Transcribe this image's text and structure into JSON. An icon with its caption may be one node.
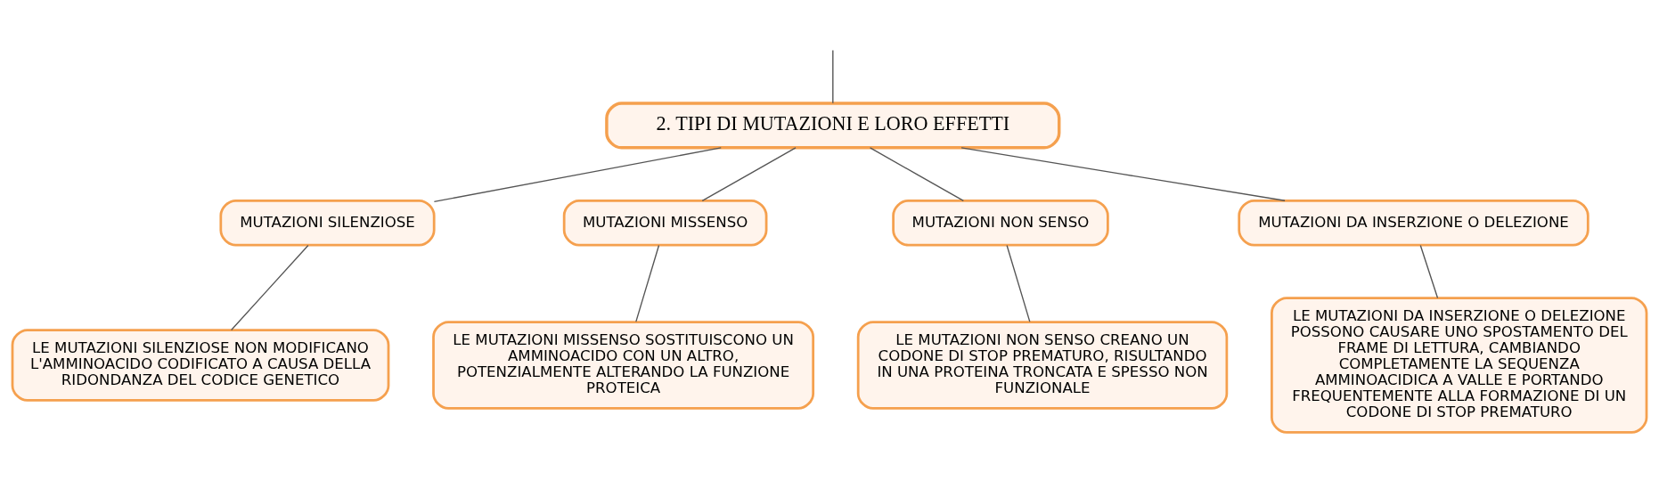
{
  "diagram": {
    "nodes": [
      {
        "text": [
          "2. TIPI DI MUTAZIONI E LORO EFFETTI"
        ]
      },
      {
        "text": [
          "MUTAZIONI SILENZIOSE"
        ]
      },
      {
        "text": [
          "MUTAZIONI MISSENSO"
        ]
      },
      {
        "text": [
          "MUTAZIONI NON SENSO"
        ]
      },
      {
        "text": [
          "MUTAZIONI DA INSERZIONE O DELEZIONE"
        ]
      },
      {
        "text": [
          "LE MUTAZIONI SILENZIOSE NON MODIFICANO L'AMMINOACIDO CODIFICATO A CAUSA DELLA RIDONDANZA DEL CODICE GENETICO"
        ]
      },
      {
        "text": [
          "LE MUTAZIONI MISSENSO SOSTITUISCONO UN AMMINOACIDO CON UN ALTRO, POTENZIALMENTE ALTERANDO LA FUNZIONE PROTEICA"
        ]
      },
      {
        "text": [
          "LE MUTAZIONI NON SENSO CREANO UN CODONE DI STOP PREMATURO, RISULTANDO IN UNA PROTEINA TRONCATA E SPESSO NON FUNZIONALE"
        ]
      },
      {
        "text": [
          "LE MUTAZIONI DA INSERZIONE O DELEZIONE POSSONO CAUSARE UNO SPOSTAMENTO DEL FRAME DI LETTURA, CAMBIANDO COMPLETAMENTE LA SEQUENZA AMMINOACIDICA A VALLE E PORTANDO FREQUENTEMENTE ALLA FORMAZIONE DI UN CODONE DI STOP PREMATURO"
        ]
      }
    ],
    "edges": [
      {
        "from": null,
        "to": 0,
        "arrow": "none"
      },
      {
        "from": 0,
        "to": 1,
        "arrow": "none"
      },
      {
        "from": 0,
        "to": 2,
        "arrow": "none"
      },
      {
        "from": 0,
        "to": 3,
        "arrow": "none"
      },
      {
        "from": 0,
        "to": 4,
        "arrow": "none"
      },
      {
        "from": 1,
        "to": 5,
        "arrow": "none"
      },
      {
        "from": 2,
        "to": 6,
        "arrow": "none"
      },
      {
        "from": 3,
        "to": 7,
        "arrow": "none"
      },
      {
        "from": 4,
        "to": 8,
        "arrow": "none"
      }
    ]
  }
}
